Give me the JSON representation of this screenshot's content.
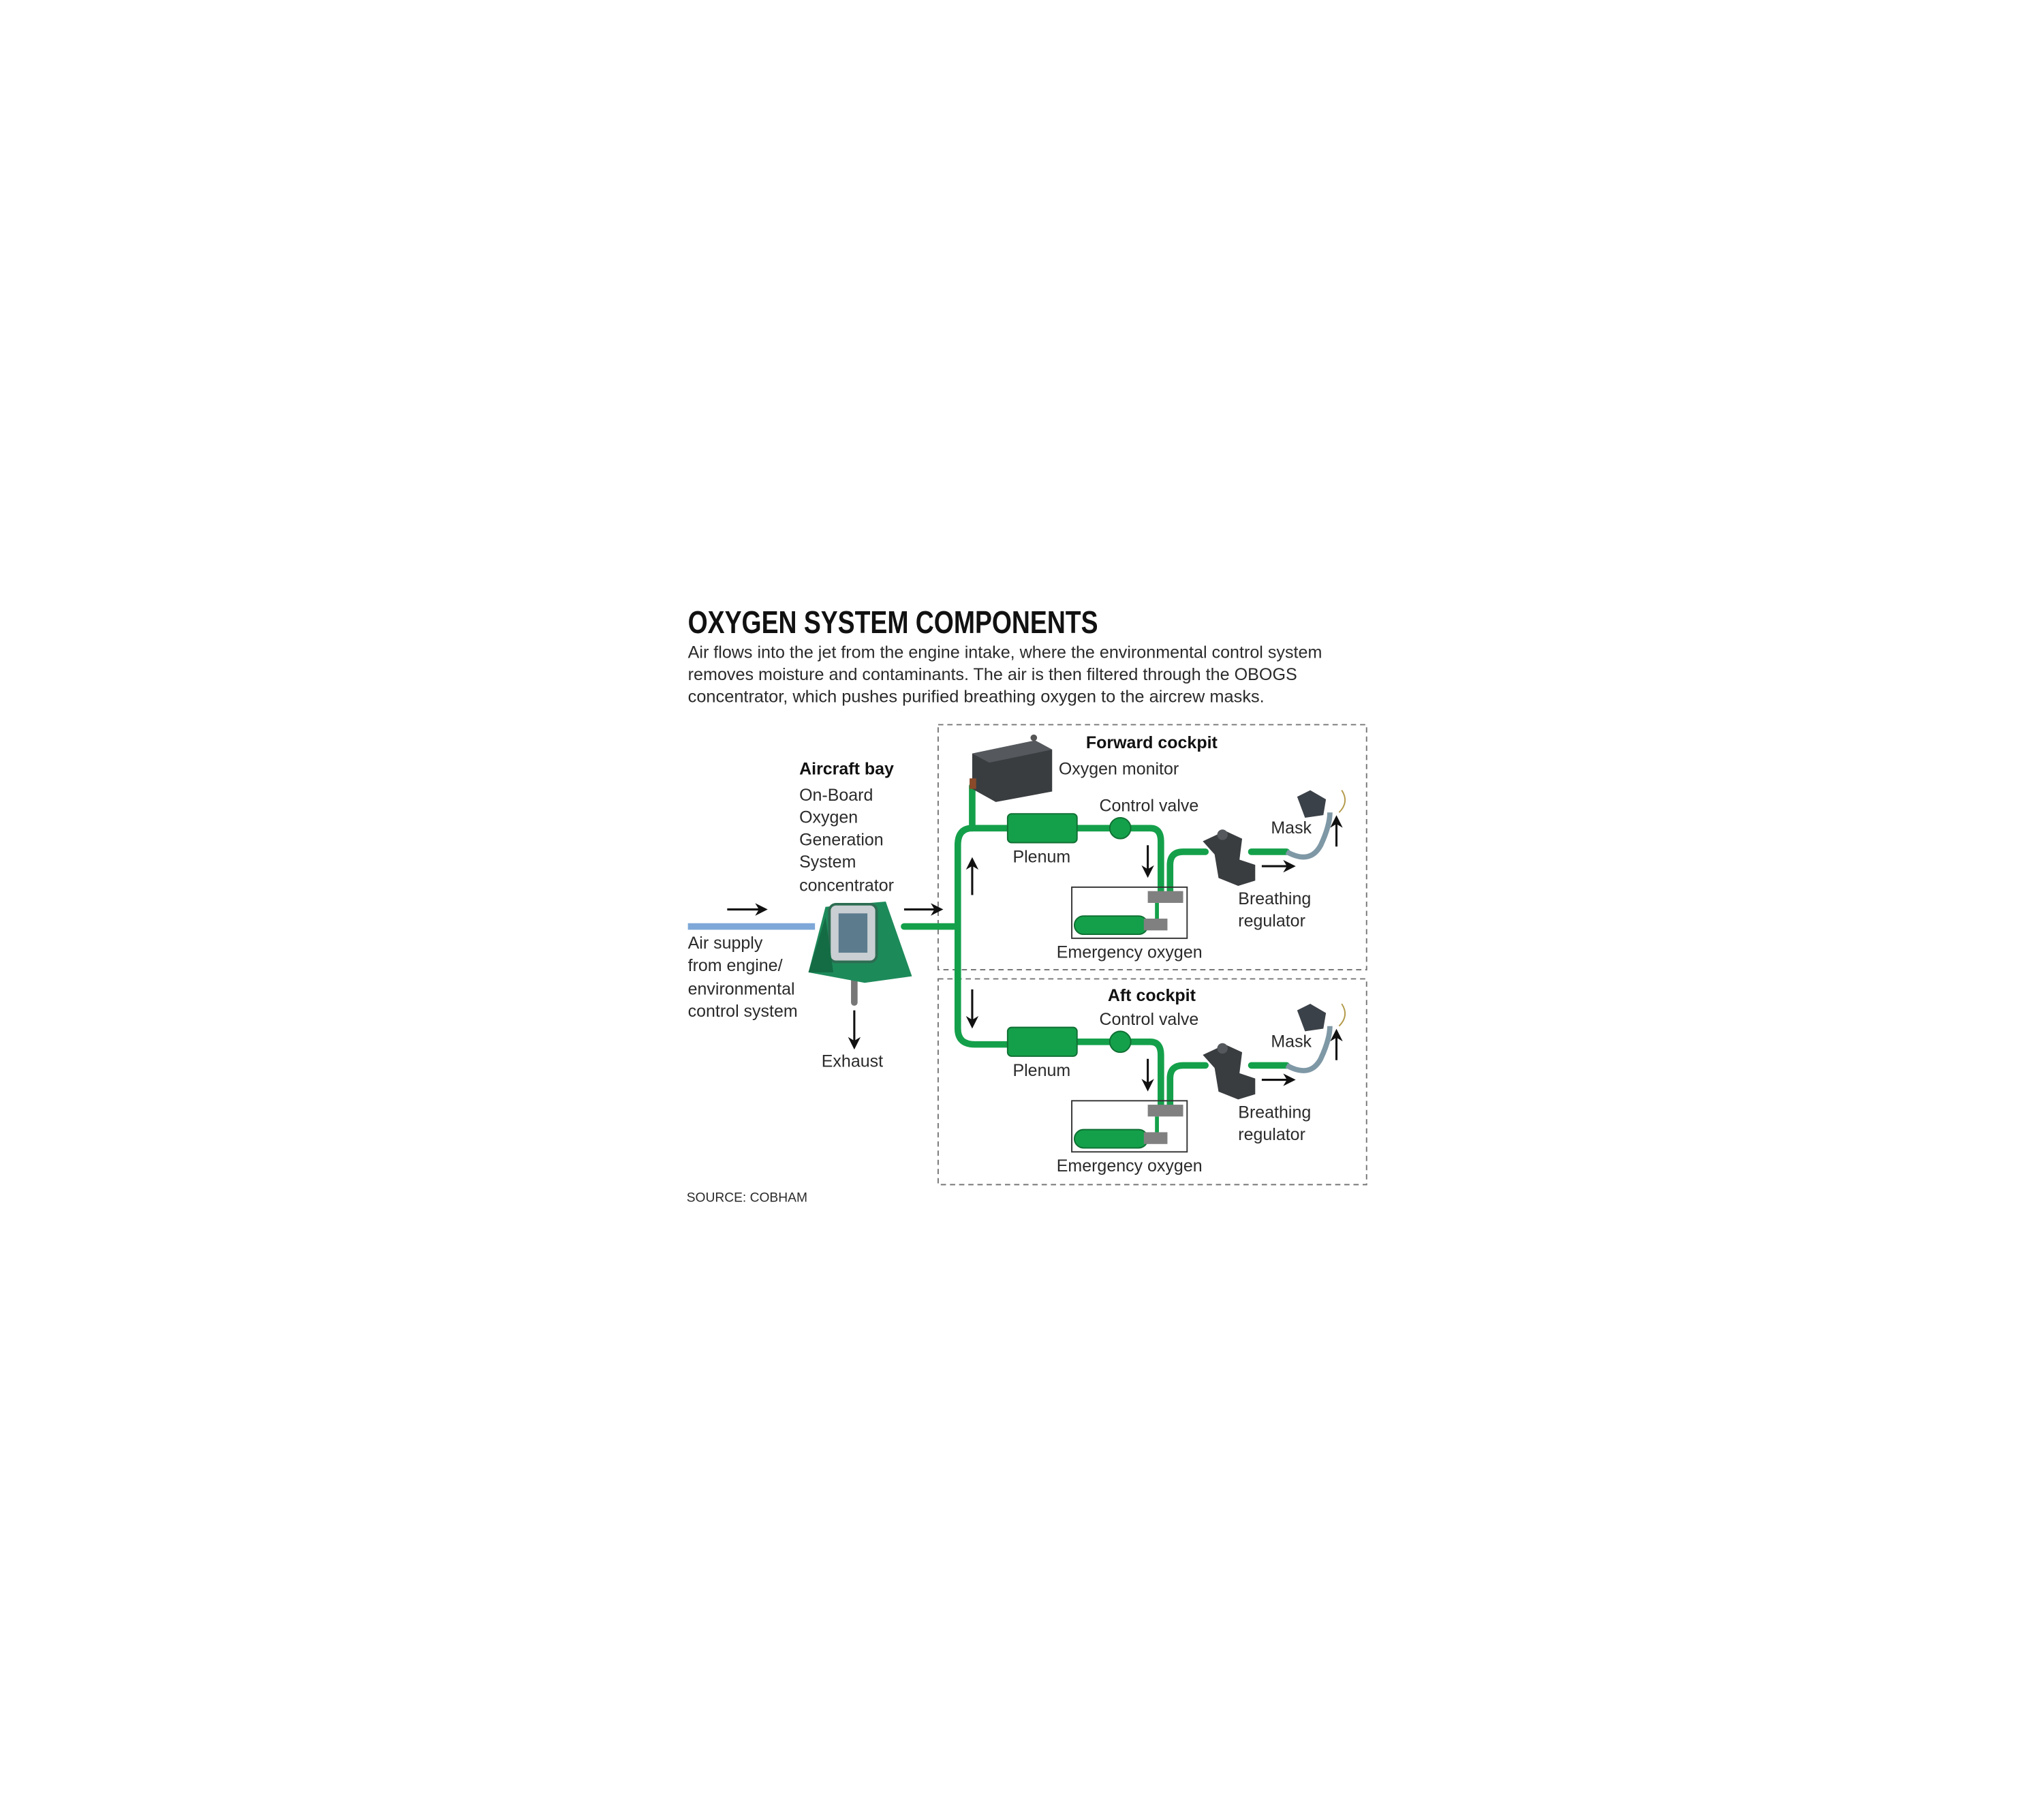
{
  "title": "OXYGEN SYSTEM COMPONENTS",
  "intro": [
    "Air flows into the jet from the engine intake, where the environmental control system",
    "removes moisture and contaminants. The air is then filtered through the OBOGS",
    "concentrator, which pushes purified breathing oxygen to the aircrew masks."
  ],
  "aircraft_bay": {
    "heading": "Aircraft bay",
    "lines": [
      "On-Board",
      "Oxygen",
      "Generation",
      "System",
      "concentrator"
    ]
  },
  "air_supply": [
    "Air supply",
    "from engine/",
    "environmental",
    "control system"
  ],
  "exhaust": "Exhaust",
  "forward": {
    "heading": "Forward cockpit",
    "oxygen_monitor": "Oxygen monitor",
    "control_valve": "Control valve",
    "plenum": "Plenum",
    "mask": "Mask",
    "breathing_regulator": [
      "Breathing",
      "regulator"
    ],
    "emergency_oxygen": "Emergency oxygen"
  },
  "aft": {
    "heading": "Aft cockpit",
    "control_valve": "Control valve",
    "plenum": "Plenum",
    "mask": "Mask",
    "breathing_regulator": [
      "Breathing",
      "regulator"
    ],
    "emergency_oxygen": "Emergency oxygen"
  },
  "source": "SOURCE: COBHAM",
  "colors": {
    "pipe": "#14a04a",
    "air": "#7fa8d8",
    "device_dark": "#3a3d40"
  }
}
